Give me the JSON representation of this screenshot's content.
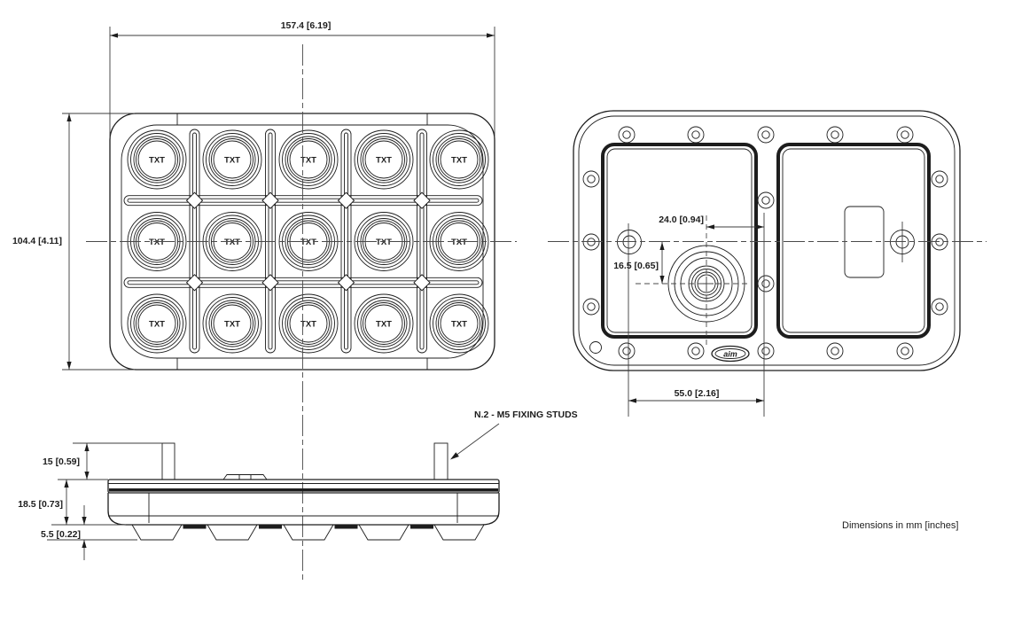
{
  "front_view": {
    "button_label": "TXT",
    "dim_width": "157.4 [6.19]",
    "dim_height": "104.4 [4.11]"
  },
  "back_view": {
    "dim_connector_offset_x": "24.0 [0.94]",
    "dim_connector_offset_y": "16.5 [0.65]",
    "dim_stud_to_center": "55.0 [2.16]",
    "logo_text": "aim"
  },
  "side_view": {
    "dim_stud_height": "15 [0.59]",
    "dim_body_thickness": "18.5 [0.73]",
    "dim_button_height": "5.5 [0.22]",
    "note_fixing_studs": "N.2 - M5 FIXING STUDS"
  },
  "footer": {
    "units_note": "Dimensions in mm [inches]"
  },
  "colors": {
    "line": "#1d1d1d",
    "background": "#ffffff"
  }
}
